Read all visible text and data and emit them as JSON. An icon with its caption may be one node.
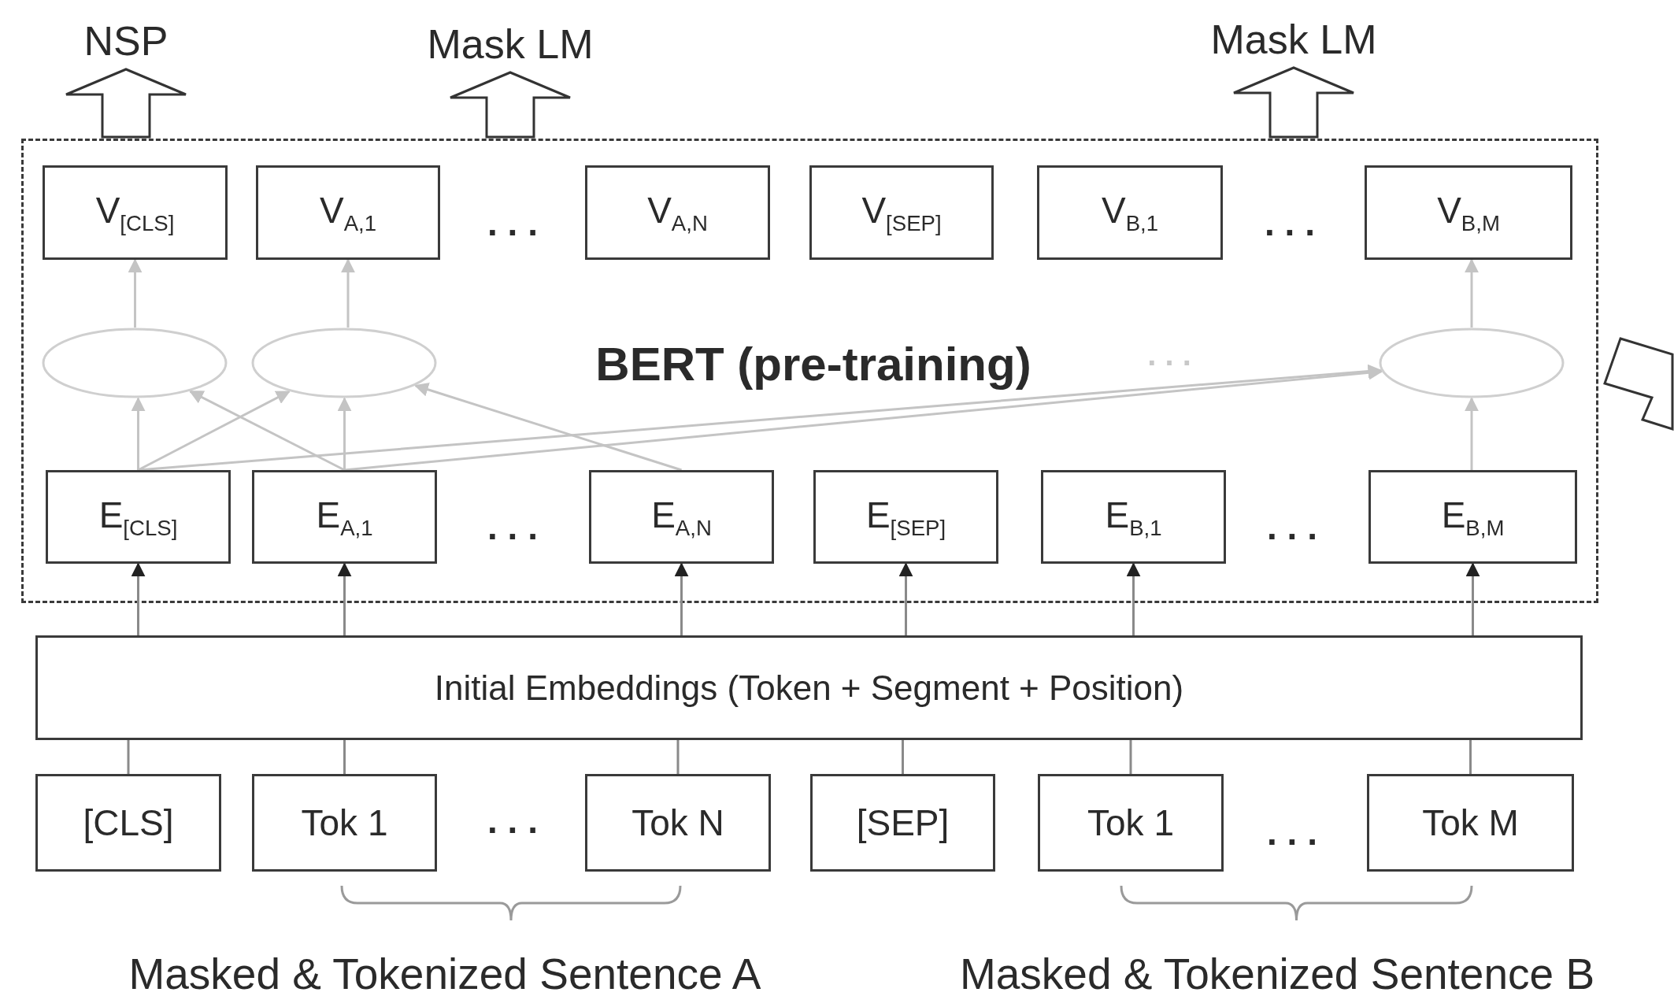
{
  "diagram": {
    "nodes": [
      {
        "text": [
          "NSP"
        ]
      },
      {
        "text": [
          "Mask LM"
        ]
      },
      {
        "text": [
          "Mask LM"
        ]
      },
      {
        "text": [
          "BERT (pre-training)"
        ]
      },
      {
        "text": [
          "V$_{[CLS]}$"
        ],
        "in": 3
      },
      {
        "text": [
          "V$_{A,1}$"
        ],
        "in": 3
      },
      {
        "text": [
          "V$_{A,N}$"
        ],
        "in": 3
      },
      {
        "text": [
          "V$_{[SEP]}$"
        ],
        "in": 3
      },
      {
        "text": [
          "V$_{B,1}$"
        ],
        "in": 3
      },
      {
        "text": [
          "V$_{B,M}$"
        ],
        "in": 3
      },
      {
        "text": [],
        "shape": "ellipse",
        "in": 3
      },
      {
        "text": [],
        "shape": "ellipse",
        "in": 3
      },
      {
        "text": [],
        "shape": "ellipse",
        "in": 3
      },
      {
        "text": [
          "E$_{[CLS]}$"
        ],
        "in": 3
      },
      {
        "text": [
          "E$_{A,1}$"
        ],
        "in": 3
      },
      {
        "text": [
          "E$_{A,N}$"
        ],
        "in": 3
      },
      {
        "text": [
          "E$_{[SEP]}$"
        ],
        "in": 3
      },
      {
        "text": [
          "E$_{B,1}$"
        ],
        "in": 3
      },
      {
        "text": [
          "E$_{B,M}$"
        ],
        "in": 3
      },
      {
        "text": [
          "Initial Embeddings (Token + Segment + Position)"
        ]
      },
      {
        "text": [
          "[CLS]"
        ]
      },
      {
        "text": [
          "Tok 1"
        ]
      },
      {
        "text": [
          "Tok N"
        ]
      },
      {
        "text": [
          "[SEP]"
        ]
      },
      {
        "text": [
          "Tok 1"
        ]
      },
      {
        "text": [
          "Tok M"
        ]
      }
    ],
    "edges": [
      {
        "from": 3,
        "to": 0,
        "arrow": "to",
        "style": "thick",
        "color": "#333333"
      },
      {
        "from": 3,
        "to": 1,
        "arrow": "to",
        "style": "thick",
        "color": "#333333"
      },
      {
        "from": 3,
        "to": 2,
        "arrow": "to",
        "style": "thick",
        "color": "#333333"
      },
      {
        "from": 10,
        "to": 4,
        "arrow": "to",
        "color": "#c4c4c4"
      },
      {
        "from": 11,
        "to": 5,
        "arrow": "to",
        "color": "#c4c4c4"
      },
      {
        "from": 12,
        "to": 9,
        "arrow": "to",
        "color": "#c4c4c4"
      },
      {
        "from": 13,
        "to": 10,
        "arrow": "to",
        "color": "#c4c4c4"
      },
      {
        "from": 13,
        "to": 11,
        "arrow": "to",
        "color": "#c4c4c4"
      },
      {
        "from": 13,
        "to": 12,
        "arrow": "to",
        "color": "#c4c4c4"
      },
      {
        "from": 14,
        "to": 10,
        "arrow": "to",
        "color": "#c4c4c4"
      },
      {
        "from": 14,
        "to": 11,
        "arrow": "to",
        "color": "#c4c4c4"
      },
      {
        "from": 14,
        "to": 12,
        "arrow": "to",
        "color": "#c4c4c4"
      },
      {
        "from": 15,
        "to": 11,
        "arrow": "to",
        "color": "#c4c4c4"
      },
      {
        "from": 18,
        "to": 12,
        "arrow": "to",
        "color": "#c4c4c4"
      },
      {
        "from": 19,
        "to": 13,
        "arrow": "to"
      },
      {
        "from": 19,
        "to": 14,
        "arrow": "to"
      },
      {
        "from": 19,
        "to": 15,
        "arrow": "to"
      },
      {
        "from": 19,
        "to": 16,
        "arrow": "to"
      },
      {
        "from": 19,
        "to": 17,
        "arrow": "to"
      },
      {
        "from": 19,
        "to": 18,
        "arrow": "to"
      },
      {
        "from": 20,
        "to": 19,
        "arrow": "none"
      },
      {
        "from": 21,
        "to": 19,
        "arrow": "none"
      },
      {
        "from": 22,
        "to": 19,
        "arrow": "none"
      },
      {
        "from": 23,
        "to": 19,
        "arrow": "none"
      },
      {
        "from": 24,
        "to": 19,
        "arrow": "none"
      },
      {
        "from": 25,
        "to": 19,
        "arrow": "none"
      }
    ],
    "labels": [
      ". . .",
      ". . .",
      ". . .",
      ". . .",
      ". . .",
      ". . .",
      ". . .",
      "Masked & Tokenized Sentence A",
      "Masked & Tokenized Sentence B"
    ]
  }
}
